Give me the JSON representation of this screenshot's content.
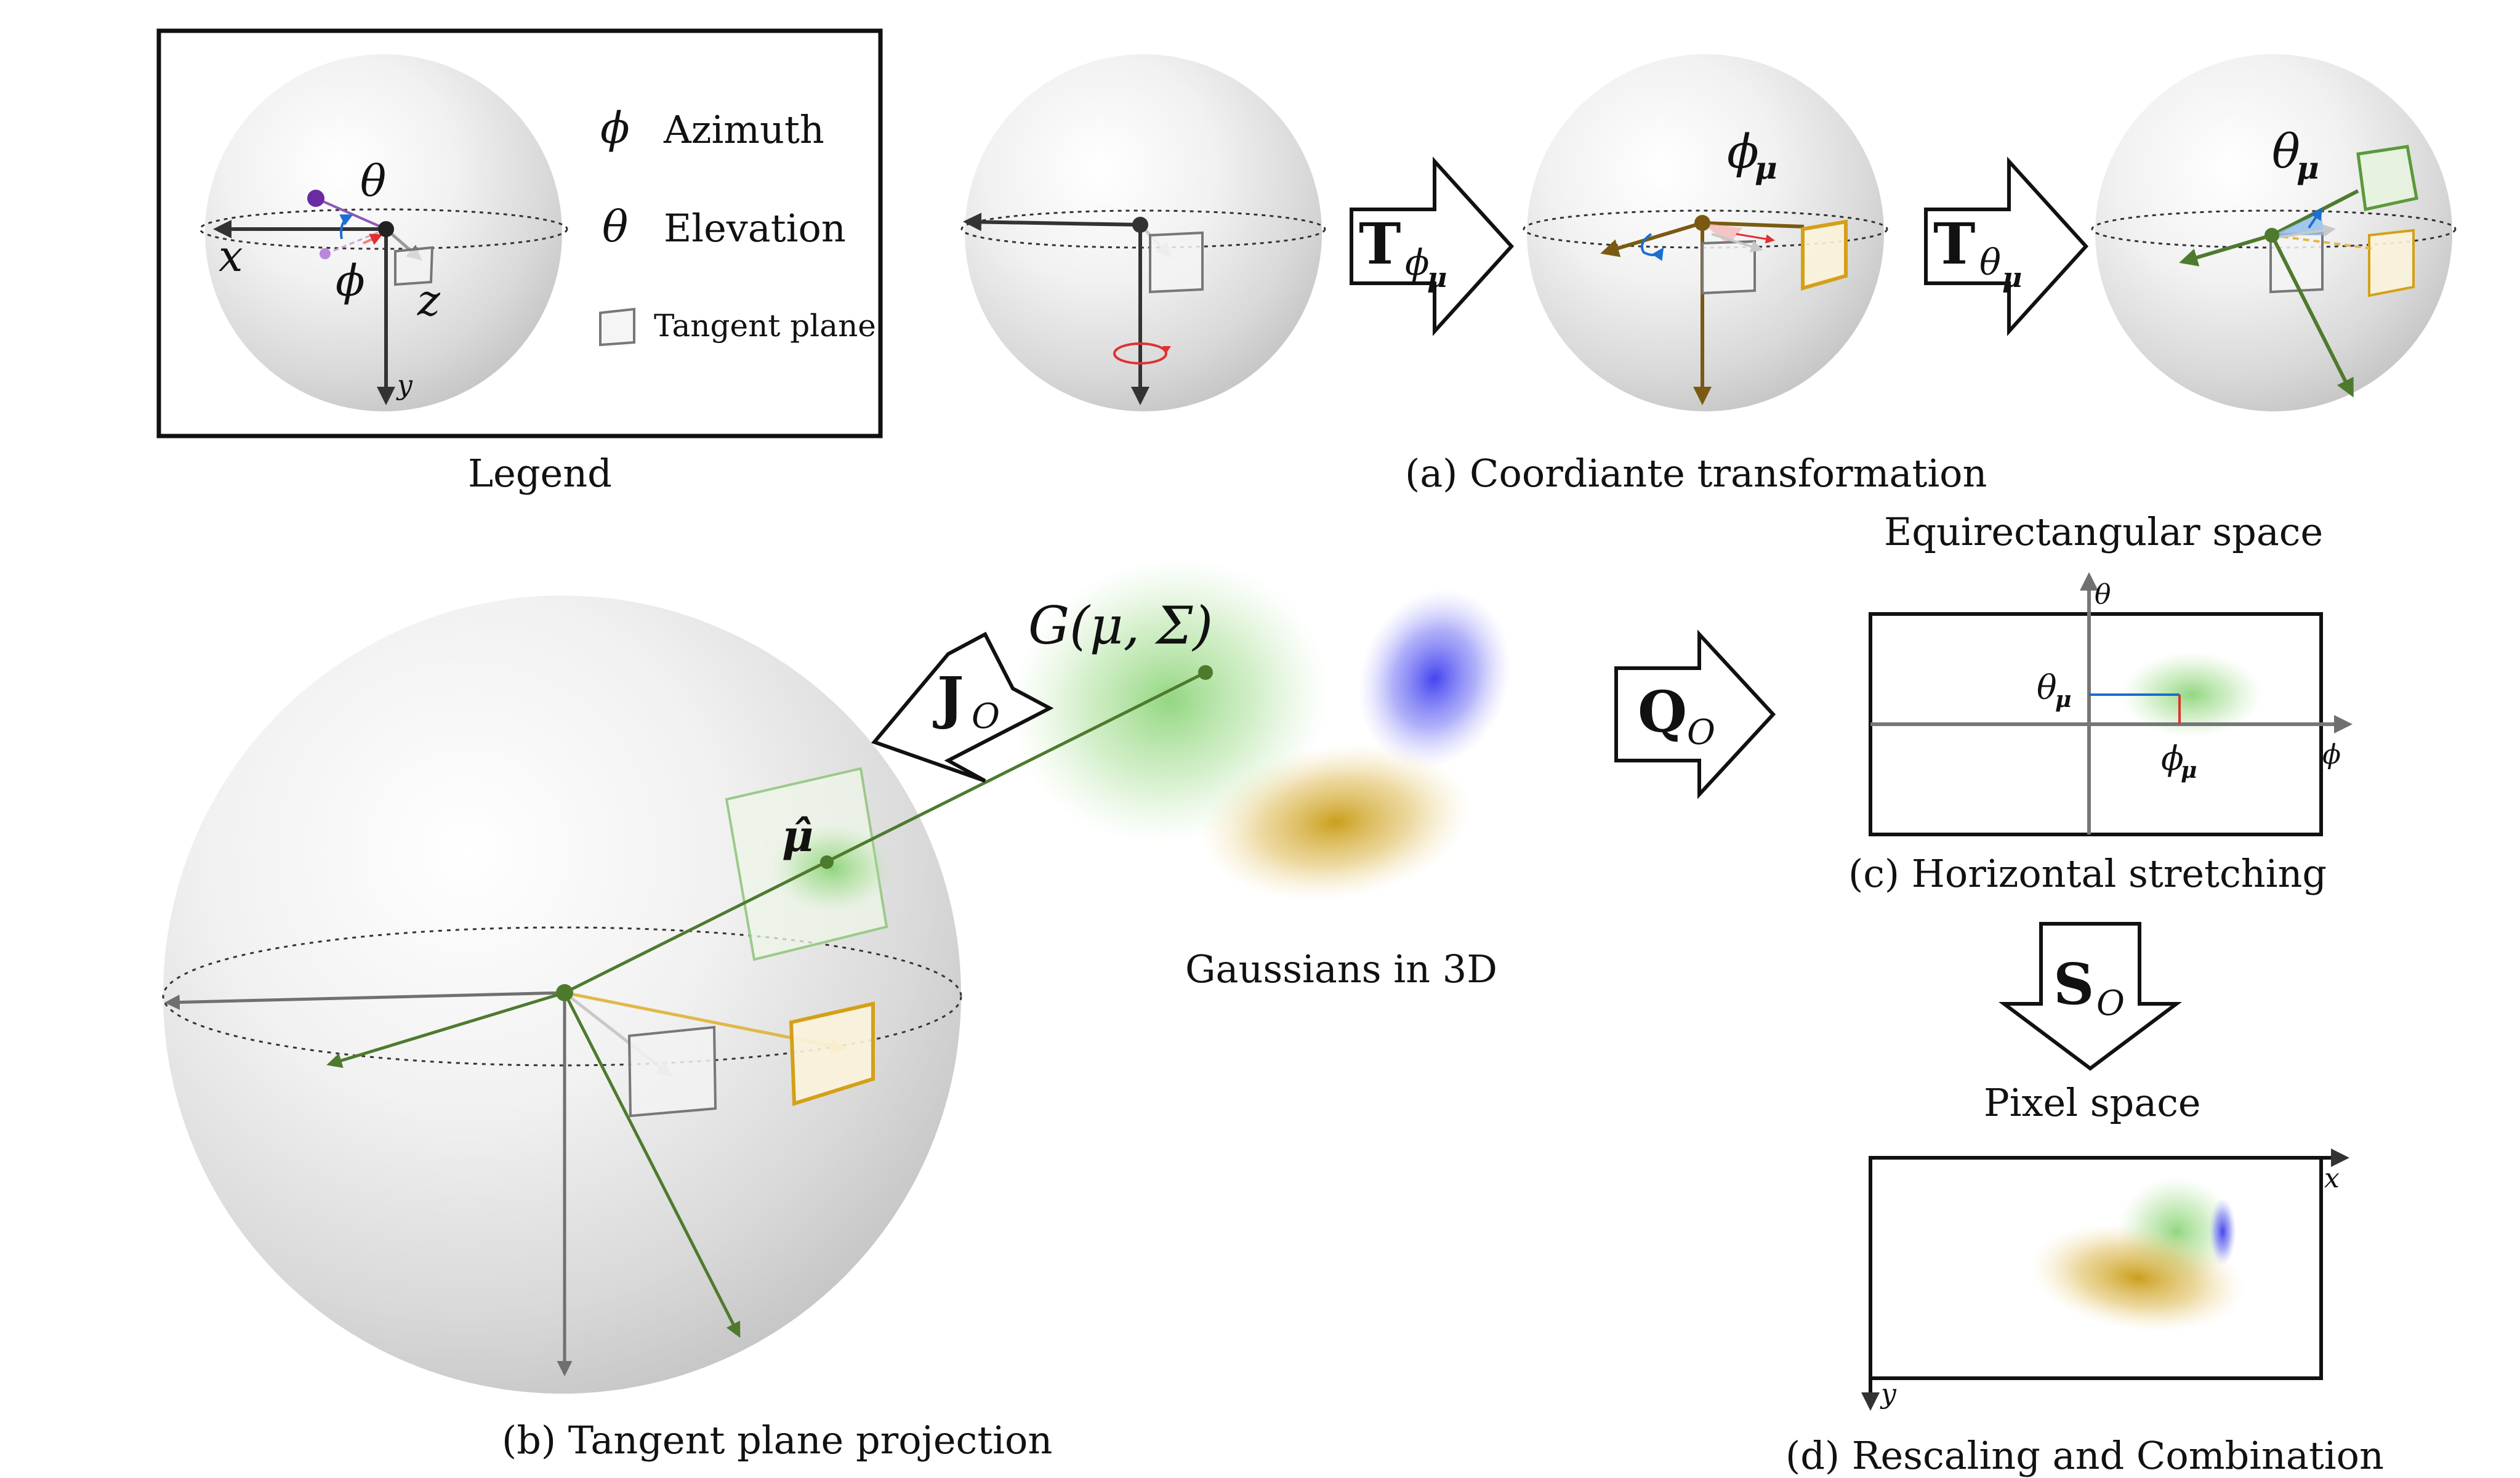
{
  "legend": {
    "caption": "Legend",
    "azimuth_symbol": "ϕ",
    "azimuth_label": "Azimuth",
    "elevation_symbol": "θ",
    "elevation_label": "Elevation",
    "tangent_label": "Tangent plane",
    "axis_x": "x",
    "axis_y": "y",
    "axis_z": "z",
    "sphere_theta": "θ",
    "sphere_phi": "ϕ"
  },
  "panel_a": {
    "caption": "(a) Coordiante transformation",
    "op1_main": "T",
    "op1_sub": "ϕ",
    "op1_subsub": "μ",
    "op2_main": "T",
    "op2_sub": "θ",
    "op2_subsub": "μ",
    "phi_mu_base": "ϕ",
    "phi_mu_sub": "μ",
    "theta_mu_base": "θ",
    "theta_mu_sub": "μ"
  },
  "panel_b": {
    "caption": "(b) Tangent plane projection",
    "op_main": "J",
    "op_sub": "O",
    "gaussian_label": "G(μ, Σ)",
    "mu_hat": "μ̂",
    "gaussians_caption": "Gaussians in 3D"
  },
  "panel_c": {
    "title": "Equirectangular space",
    "caption": "(c) Horizontal stretching",
    "op_main": "Q",
    "op_sub": "O",
    "axis_theta": "θ",
    "axis_phi": "ϕ",
    "theta_mu_base": "θ",
    "theta_mu_sub": "μ",
    "phi_mu_base": "ϕ",
    "phi_mu_sub": "μ"
  },
  "panel_d": {
    "title": "Pixel space",
    "caption": "(d) Rescaling and Combination",
    "op_main": "S",
    "op_sub": "O",
    "axis_x": "x",
    "axis_y": "y"
  },
  "colors": {
    "green": "#4e7a2e",
    "gold": "#d4a017",
    "blue": "#3a3af0",
    "brown": "#7a5a12",
    "gray": "#707070",
    "red": "#e03030",
    "purple": "#6a2aa0"
  }
}
